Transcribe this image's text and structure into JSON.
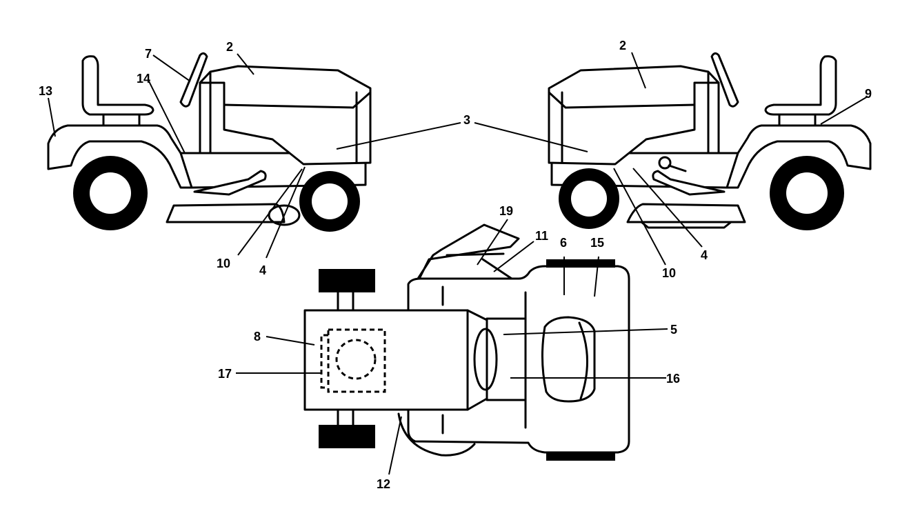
{
  "callouts": {
    "left": {
      "c2": "2",
      "c3": "3",
      "c4": "4",
      "c7": "7",
      "c10": "10",
      "c13": "13",
      "c14": "14"
    },
    "right": {
      "c2": "2",
      "c3": "3",
      "c4": "4",
      "c9": "9",
      "c10": "10"
    },
    "top": {
      "c5": "5",
      "c6": "6",
      "c8": "8",
      "c11": "11",
      "c12": "12",
      "c15": "15",
      "c16": "16",
      "c17": "17",
      "c19": "19"
    }
  }
}
